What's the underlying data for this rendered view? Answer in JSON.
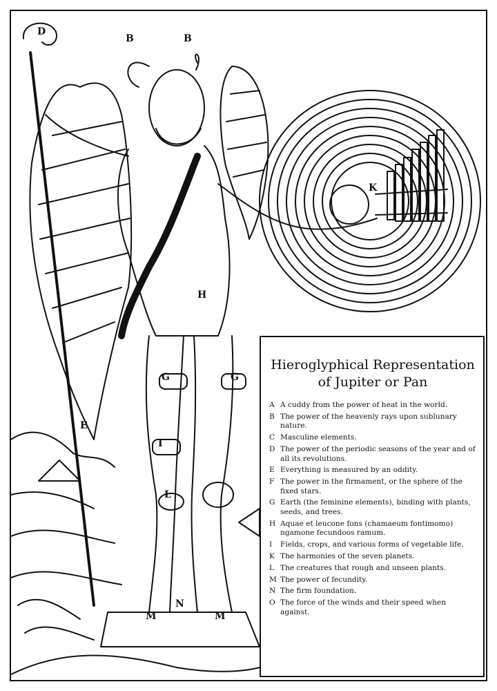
{
  "title_line1": "Hieroglyphical Representation",
  "title_line2": "of Jupiter or Pan",
  "plate_labels": {
    "D": "D",
    "B1": "B",
    "B2": "B",
    "K": "K",
    "H": "H",
    "E": "E",
    "G1": "G",
    "G2": "G",
    "I": "I",
    "L": "L",
    "N": "N",
    "M1": "M",
    "M2": "M"
  },
  "legend": [
    {
      "key": "A",
      "text": "A cuddy from the power of heat in the world."
    },
    {
      "key": "B",
      "text": "The power of the heavenly rays upon sublunary nature."
    },
    {
      "key": "C",
      "text": "Masculine elements."
    },
    {
      "key": "D",
      "text": "The power of the periodic seasons of the year and of all its revolutions."
    },
    {
      "key": "E",
      "text": "Everything is measured by an oddity."
    },
    {
      "key": "F",
      "text": "The power in the firmament, or the sphere of the fixed stars."
    },
    {
      "key": "G",
      "text": "Earth (the feminine elements), binding with plants, seeds, and trees."
    },
    {
      "key": "H",
      "text": "Aquae et leucone fons (chamaeum fontimomo) ngamone fecundoos ramum."
    },
    {
      "key": "I",
      "text": "Fields, crops, and various forms of vegetable life."
    },
    {
      "key": "K",
      "text": "The harmonies of the seven planets."
    },
    {
      "key": "L",
      "text": "The creatures that rough and unseen plants."
    },
    {
      "key": "M",
      "text": "The power of fecundity."
    },
    {
      "key": "N",
      "text": "The firm foundation."
    },
    {
      "key": "O",
      "text": "The force of the winds and their speed when against."
    }
  ]
}
